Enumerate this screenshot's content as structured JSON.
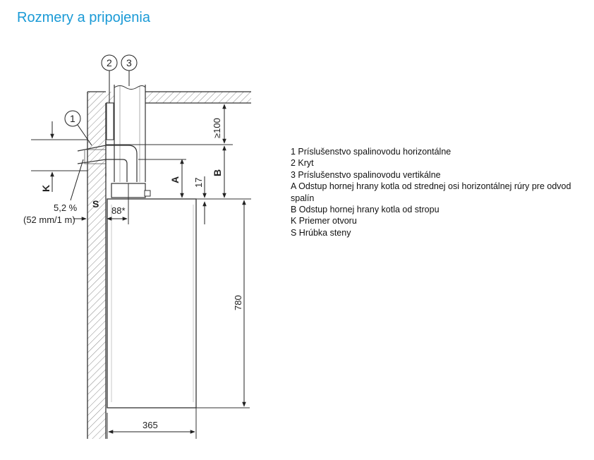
{
  "title": "Rozmery a pripojenia",
  "legend": [
    "1 Príslušenstvo spalinovodu horizontálne",
    "2 Kryt",
    "3 Príslušenstvo spalinovodu vertikálne",
    "A Odstup hornej hrany kotla od strednej osi horizontálnej rúry pre odvod spalín",
    "B Odstup hornej hrany kotla od stropu",
    "K Priemer otvoru",
    "S Hrúbka steny"
  ],
  "drawing": {
    "callouts": [
      "1",
      "2",
      "3"
    ],
    "dims": {
      "min100": "≥100",
      "b": "B",
      "a": "A",
      "d17": "17",
      "d780": "780",
      "d365": "365",
      "d88": "88*",
      "k": "K",
      "s": "S",
      "slope": "5,2 %",
      "slope_detail": "(52 mm/1 m)"
    }
  }
}
